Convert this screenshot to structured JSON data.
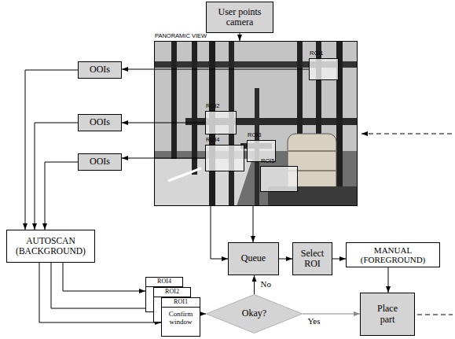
{
  "diagram": {
    "nodes": [
      {
        "text": [
          "User points camera"
        ]
      },
      {
        "text": [
          "PANORAMIC VIEW"
        ]
      },
      {
        "text": [
          "ROI1"
        ],
        "in": 1
      },
      {
        "text": [
          "ROI2"
        ],
        "in": 1
      },
      {
        "text": [
          "ROI3"
        ],
        "in": 1
      },
      {
        "text": [
          "ROI4"
        ],
        "in": 1
      },
      {
        "text": [
          "ROI5"
        ],
        "in": 1
      },
      {
        "text": [
          "OOIs"
        ]
      },
      {
        "text": [
          "OOIs"
        ]
      },
      {
        "text": [
          "OOIs"
        ]
      },
      {
        "text": [
          "AUTOSCAN (BACKGROUND)"
        ]
      },
      {
        "text": [
          "ROI4"
        ]
      },
      {
        "text": [
          "ROI2"
        ]
      },
      {
        "text": [
          "ROI1",
          "Confirm window"
        ]
      },
      {
        "text": [
          "Okay?"
        ]
      },
      {
        "text": [
          "Queue"
        ]
      },
      {
        "text": [
          "Select ROI"
        ]
      },
      {
        "text": [
          "MANUAL (FOREGROUND)"
        ]
      },
      {
        "text": [
          "Place part"
        ]
      }
    ],
    "edges": [
      {
        "from": 0,
        "to": 1,
        "arrow": "to"
      },
      {
        "from": 2,
        "to": 7,
        "arrow": "to"
      },
      {
        "from": 3,
        "to": 8,
        "arrow": "to"
      },
      {
        "from": 5,
        "to": 9,
        "arrow": "to"
      },
      {
        "from": 7,
        "to": 10,
        "arrow": "to"
      },
      {
        "from": 8,
        "to": 10,
        "arrow": "to"
      },
      {
        "from": 9,
        "to": 10,
        "arrow": "to"
      },
      {
        "from": 10,
        "to": 13,
        "arrow": "to"
      },
      {
        "from": 10,
        "to": 12,
        "arrow": "to"
      },
      {
        "from": 10,
        "to": 11,
        "arrow": "to"
      },
      {
        "from": 13,
        "to": 14,
        "arrow": "to"
      },
      {
        "from": 14,
        "to": 15,
        "label": "No",
        "arrow": "to"
      },
      {
        "from": 14,
        "to": 18,
        "label": "Yes",
        "arrow": "to"
      },
      {
        "from": 1,
        "to": 15,
        "arrow": "to"
      },
      {
        "from": 1,
        "to": 15,
        "arrow": "to"
      },
      {
        "from": 15,
        "to": 16,
        "arrow": "to"
      },
      {
        "from": 16,
        "to": 17,
        "arrow": "to"
      },
      {
        "from": 17,
        "to": 18,
        "arrow": "to"
      }
    ]
  }
}
